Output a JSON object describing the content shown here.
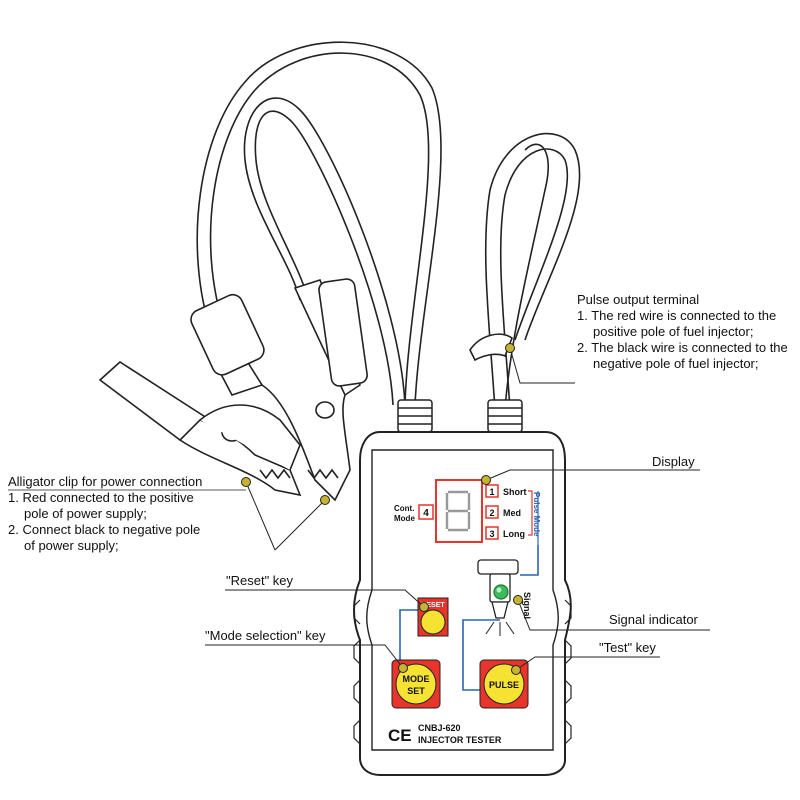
{
  "colors": {
    "outline": "#222222",
    "red": "#e8342b",
    "yellow": "#f6e233",
    "blue": "#2a63b8",
    "green": "#3dbb5a",
    "dot": "#c6b332"
  },
  "callouts": {
    "pulse_output": {
      "title": "Pulse output terminal",
      "line1": "1. The red wire is connected to the",
      "line2": "positive pole of fuel injector;",
      "line3": "2. The black wire is connected to the",
      "line4": "negative pole of fuel injector;"
    },
    "alligator": {
      "title": "Alligator clip for power connection",
      "line1": "1. Red connected to the positive",
      "line2": "pole of power supply;",
      "line3": "2. Connect black to negative pole",
      "line4": "of power supply;"
    },
    "display": "Display",
    "reset_key": "\"Reset\" key",
    "mode_key": "\"Mode selection\" key",
    "signal_indicator": "Signal indicator",
    "test_key": "\"Test\" key"
  },
  "device": {
    "cont_mode_label": "Cont.",
    "cont_mode_label2": "Mode",
    "cont_mode_number": "4",
    "display_digit": "8",
    "modes": [
      {
        "number": "1",
        "label": "Short"
      },
      {
        "number": "2",
        "label": "Med"
      },
      {
        "number": "3",
        "label": "Long"
      }
    ],
    "pulse_mode_label": "Pulse Mode",
    "signal_label": "Signal",
    "reset_label": "RESET",
    "mode_set_line1": "MODE",
    "mode_set_line2": "SET",
    "pulse_label": "PULSE",
    "ce_mark": "CE",
    "model": "CNBJ-620",
    "product_name": "INJECTOR TESTER"
  }
}
